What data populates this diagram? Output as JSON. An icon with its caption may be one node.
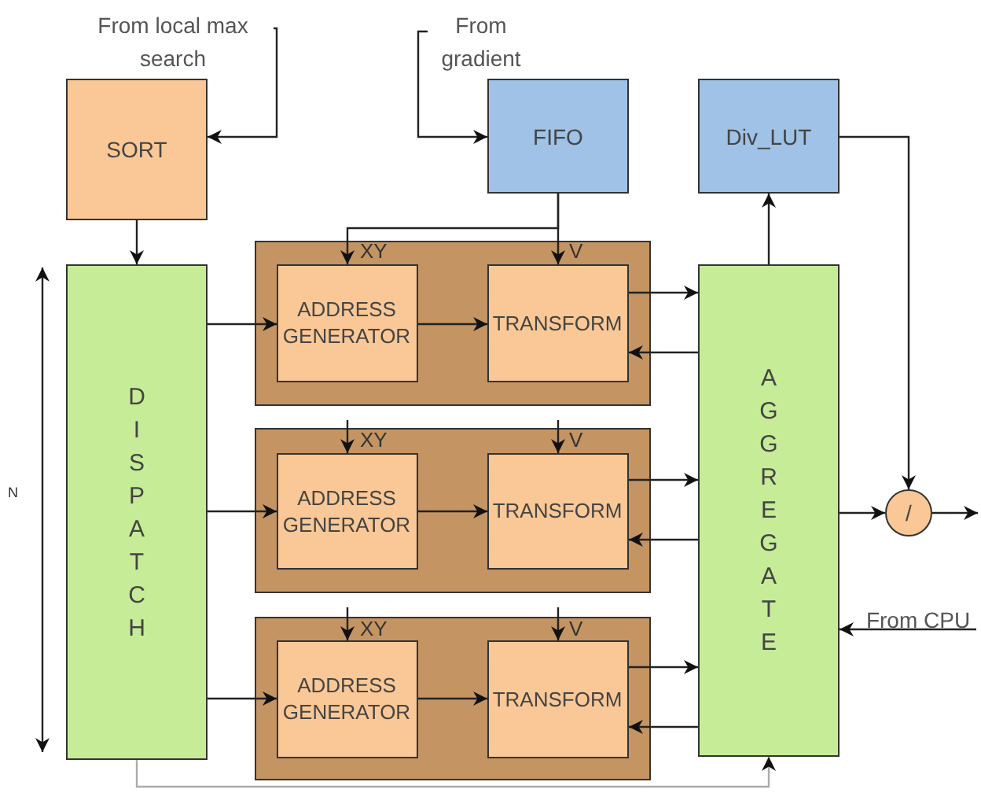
{
  "diagram": {
    "nodes": [
      {
        "text": [
          "SORT"
        ]
      },
      {
        "text": [
          "FIFO"
        ]
      },
      {
        "text": [
          "Div_LUT"
        ]
      },
      {
        "text": [
          "DISPATCH"
        ]
      },
      {
        "text": [],
        "shape": "box"
      },
      {
        "text": [
          "ADDRESS GENERATOR"
        ],
        "in": 4
      },
      {
        "text": [
          "TRANSFORM"
        ],
        "in": 4
      },
      {
        "text": [],
        "shape": "box"
      },
      {
        "text": [
          "ADDRESS GENERATOR"
        ],
        "in": 7
      },
      {
        "text": [
          "TRANSFORM"
        ],
        "in": 7
      },
      {
        "text": [],
        "shape": "box"
      },
      {
        "text": [
          "ADDRESS GENERATOR"
        ],
        "in": 10
      },
      {
        "text": [
          "TRANSFORM"
        ],
        "in": 10
      },
      {
        "text": [
          "AGGREGATE"
        ]
      },
      {
        "text": [
          "/"
        ]
      },
      {
        "text": [
          "From local max search"
        ]
      },
      {
        "text": [
          "From gradient"
        ]
      },
      {
        "text": [
          "From CPU"
        ]
      }
    ],
    "edges": [
      {
        "from": 15,
        "to": 0,
        "arrow": "to"
      },
      {
        "from": 16,
        "to": 1,
        "arrow": "to"
      },
      {
        "from": 0,
        "to": 3,
        "arrow": "to"
      },
      {
        "from": 1,
        "to": 5,
        "arrow": "to"
      },
      {
        "from": 1,
        "to": 6,
        "arrow": "to"
      },
      {
        "from": null,
        "to": 8,
        "arrow": "to"
      },
      {
        "from": null,
        "to": 9,
        "arrow": "to"
      },
      {
        "from": null,
        "to": 11,
        "arrow": "to"
      },
      {
        "from": null,
        "to": 12,
        "arrow": "to"
      },
      {
        "from": 3,
        "to": 5,
        "arrow": "to"
      },
      {
        "from": 3,
        "to": 8,
        "arrow": "to"
      },
      {
        "from": 3,
        "to": 11,
        "arrow": "to"
      },
      {
        "from": 5,
        "to": 6,
        "arrow": "to"
      },
      {
        "from": 8,
        "to": 9,
        "arrow": "to"
      },
      {
        "from": 11,
        "to": 12,
        "arrow": "to"
      },
      {
        "from": 6,
        "to": 13,
        "arrow": "to"
      },
      {
        "from": 13,
        "to": 6,
        "arrow": "to"
      },
      {
        "from": 9,
        "to": 13,
        "arrow": "to"
      },
      {
        "from": 13,
        "to": 9,
        "arrow": "to"
      },
      {
        "from": 12,
        "to": 13,
        "arrow": "to"
      },
      {
        "from": 13,
        "to": 12,
        "arrow": "to"
      },
      {
        "from": 13,
        "to": 2,
        "arrow": "to"
      },
      {
        "from": 2,
        "to": 14,
        "arrow": "to"
      },
      {
        "from": 13,
        "to": 14,
        "arrow": "to"
      },
      {
        "from": 14,
        "to": null,
        "arrow": "to"
      },
      {
        "from": 17,
        "to": 13,
        "arrow": "to"
      },
      {
        "from": 3,
        "to": 13,
        "arrow": "to",
        "color": "#aaaaaa"
      }
    ],
    "labels": [
      "XY",
      "V",
      "XY",
      "V",
      "XY",
      "V",
      "N"
    ]
  }
}
